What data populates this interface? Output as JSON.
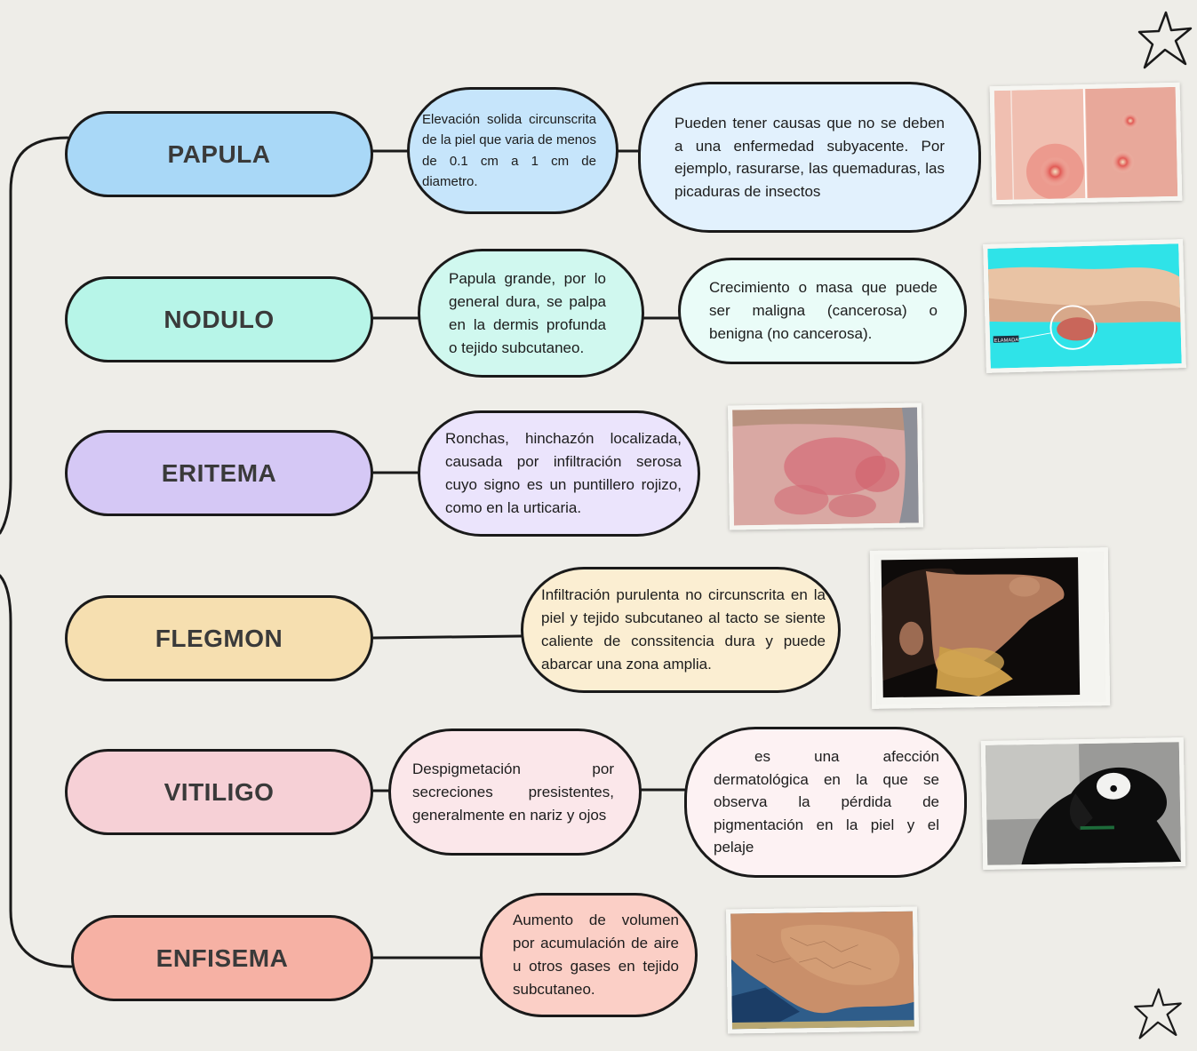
{
  "colors": {
    "background": "#eeede8",
    "line": "#1a1a1a",
    "papula": "#a9d8f7",
    "nodulo": "#b7f5e8",
    "eritema": "#d5c8f5",
    "flegmon": "#f6dfb0",
    "vitiligo": "#f6d0d6",
    "enfisema": "#f6b1a4"
  },
  "terms": [
    {
      "key": "papula",
      "label": "PAPULA",
      "definition": "Elevación solida circunscrita de la piel que varia de menos de 0.1 cm a 1 cm de diametro.",
      "detail": "Pueden tener causas que no se deben a una enfermedad subyacente. Por ejemplo, rasurarse, las quemaduras, las picaduras de insectos",
      "image_icon": "skin-papules-photo"
    },
    {
      "key": "nodulo",
      "label": "NODULO",
      "definition": "Papula grande, por lo general dura, se palpa en la dermis profunda o tejido subcutaneo.",
      "detail": "Crecimiento o masa que puede ser maligna (cancerosa) o benigna (no cancerosa).",
      "image_icon": "arm-nodule-photo",
      "image_caption": "ELAMADA"
    },
    {
      "key": "eritema",
      "label": "ERITEMA",
      "definition": "Ronchas, hinchazón localizada, causada por infiltración serosa cuyo signo es un puntillero rojizo, como en la urticaria.",
      "image_icon": "skin-erythema-photo"
    },
    {
      "key": "flegmon",
      "label": "FLEGMON",
      "definition": "Infiltración purulenta no circunscrita en la piel y tejido subcutaneo al tacto se siente caliente de conssitencia dura y puede abarcar una zona amplia.",
      "image_icon": "neck-phlegmon-photo"
    },
    {
      "key": "vitiligo",
      "label": "VITILIGO",
      "definition": "Despigmetación por secreciones presistentes, generalmente en nariz y ojos",
      "detail": "es una afección dermatológica en la que se observa la pérdida de pigmentación en la piel y el pelaje",
      "image_icon": "dog-vitiligo-photo"
    },
    {
      "key": "enfisema",
      "label": "ENFISEMA",
      "definition": "Aumento de volumen por acumulación de aire u otros gases en tejido subcutaneo.",
      "image_icon": "skin-emphysema-photo"
    }
  ],
  "decorations": {
    "top_icon": "star-outline-icon",
    "bottom_icon": "star-outline-icon"
  }
}
